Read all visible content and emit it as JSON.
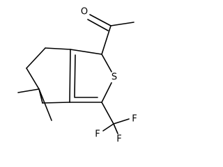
{
  "molecule": {
    "atoms": {
      "oxygen": "O",
      "sulfur": "S",
      "fluorine_1": "F",
      "fluorine_2": "F",
      "fluorine_3": "F"
    },
    "colors": {
      "bond": "#000000",
      "text": "#000000",
      "background": "#ffffff"
    }
  }
}
